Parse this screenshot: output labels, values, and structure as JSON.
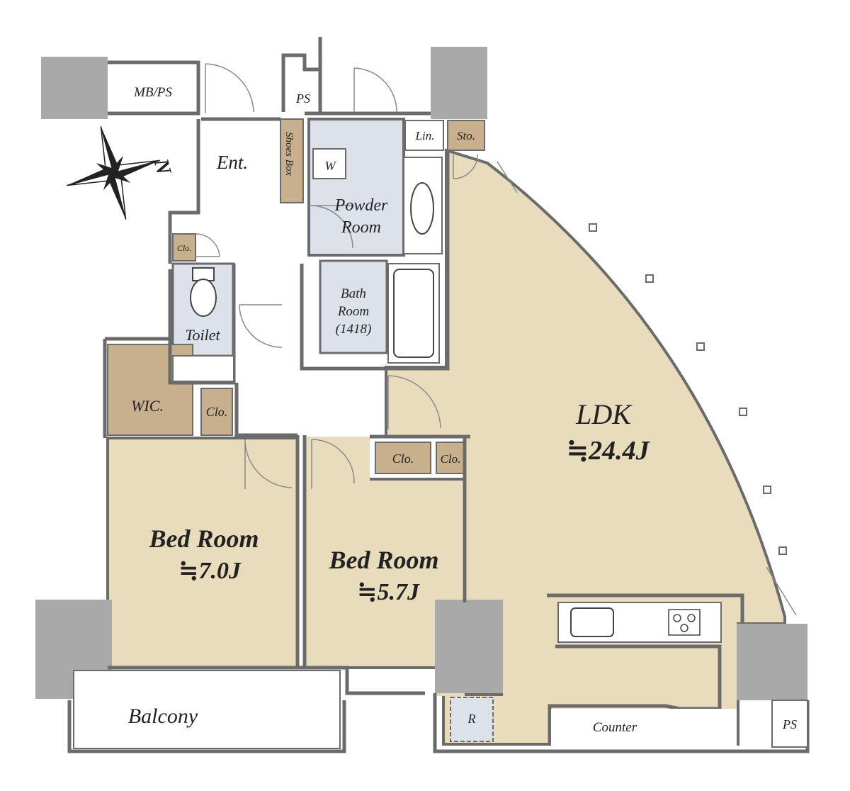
{
  "colors": {
    "ldk_floor": "#e9dcbd",
    "storage": "#c8b08e",
    "wet": "#dde2ea",
    "pillar": "#a9a9a9",
    "wall": "#6b6b6b",
    "white": "#ffffff"
  },
  "compass": {
    "icon": "compass-rose-icon",
    "north_label": "N"
  },
  "rooms": {
    "mbps": "MB/PS",
    "ps_top": "PS",
    "ps_right": "PS",
    "entrance": "Ent.",
    "shoes_box": "Shoes Box",
    "washer": "W",
    "linen": "Lin.",
    "storage": "Sto.",
    "powder_room": [
      "Powder",
      "Room"
    ],
    "bath_room": [
      "Bath",
      "Room",
      "(1418)"
    ],
    "toilet": "Toilet",
    "clo_small": "Clo.",
    "wic": "WIC.",
    "clo_hall": "Clo.",
    "clo_bed2_a": "Clo.",
    "clo_bed2_b": "Clo.",
    "ldk": {
      "name": "LDK",
      "size": "≒24.4J"
    },
    "bed1": {
      "name": "Bed Room",
      "size": "≒7.0J"
    },
    "bed2": {
      "name": "Bed Room",
      "size": "≒5.7J"
    },
    "balcony": "Balcony",
    "refrigerator": "R",
    "counter": "Counter"
  }
}
